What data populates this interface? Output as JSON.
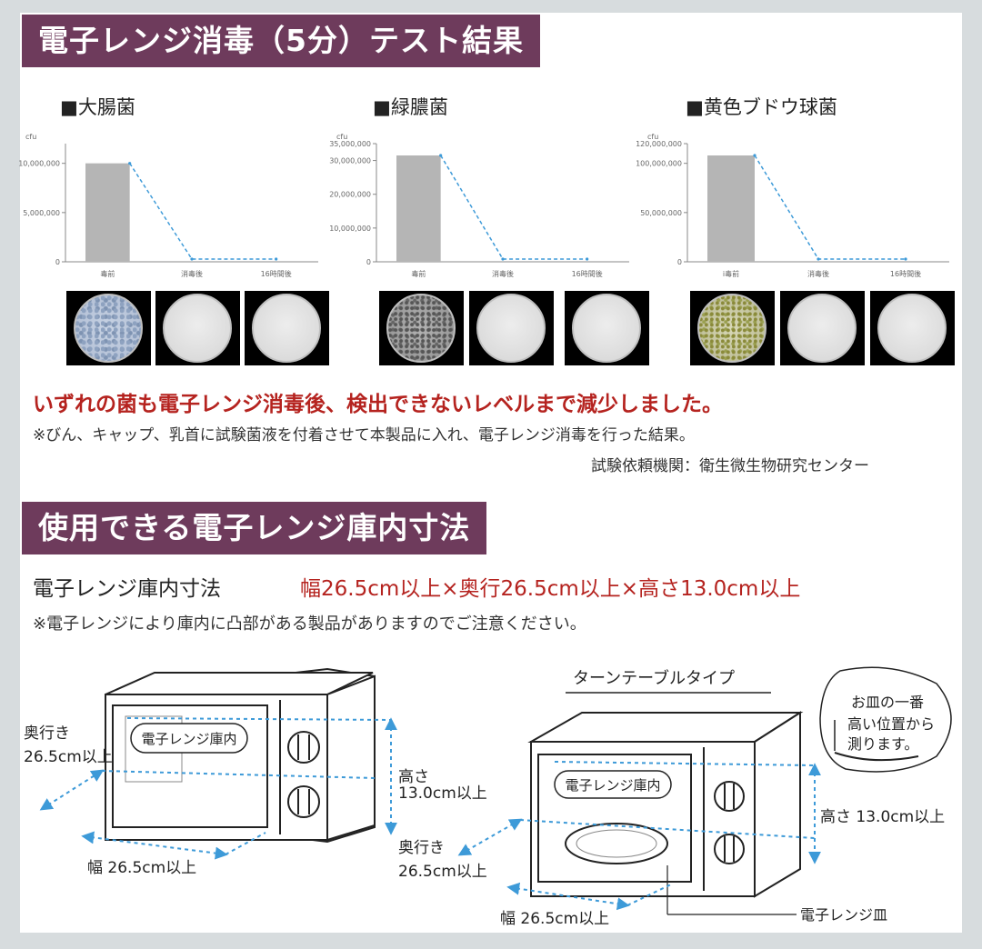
{
  "section1": {
    "banner": "電子レンジ消毒（5分）テスト結果",
    "result_message": "いずれの菌も電子レンジ消毒後、検出できないレベルまで減少しました。",
    "footnote": "※びん、キャップ、乳首に試験菌液を付着させて本製品に入れ、電子レンジ消毒を行った結果。",
    "institute": "試験依頼機関：衛生微生物研究センター"
  },
  "chart_data": [
    {
      "type": "bar",
      "title": "■大腸菌",
      "ylabel": "cfu",
      "categories": [
        "毒前",
        "消毒後",
        "16時間後"
      ],
      "values": [
        10000000,
        0,
        0
      ],
      "ylim": [
        0,
        12000000
      ],
      "yticks": [
        0,
        5000000,
        10000000
      ],
      "ytick_labels": [
        "0",
        "5,000,000",
        "10,000,000"
      ],
      "grid": false,
      "bar_color": "#b5b5b5",
      "trend_color": "#3d9ad8"
    },
    {
      "type": "bar",
      "title": "■緑膿菌",
      "ylabel": "cfu",
      "categories": [
        "毒前",
        "消毒後",
        "16時間後"
      ],
      "values": [
        31500000,
        0,
        0
      ],
      "ylim": [
        0,
        35000000
      ],
      "yticks": [
        0,
        10000000,
        20000000,
        30000000,
        35000000
      ],
      "ytick_labels": [
        "0",
        "10,000,000",
        "20,000,000",
        "30,000,000",
        "35,000,000"
      ],
      "grid": false,
      "bar_color": "#b5b5b5",
      "trend_color": "#3d9ad8"
    },
    {
      "type": "bar",
      "title": "■黄色ブドウ球菌",
      "ylabel": "cfu",
      "categories": [
        "i毒前",
        "消毒後",
        "16時間後"
      ],
      "values": [
        108000000,
        0,
        0
      ],
      "ylim": [
        0,
        120000000
      ],
      "yticks": [
        0,
        50000000,
        100000000,
        120000000
      ],
      "ytick_labels": [
        "0",
        "50,000,000",
        "100,000,000",
        "120,000,000"
      ],
      "grid": false,
      "bar_color": "#b5b5b5",
      "trend_color": "#3d9ad8"
    }
  ],
  "section2": {
    "banner": "使用できる電子レンジ庫内寸法",
    "dim_label": "電子レンジ庫内寸法",
    "dim_value": "幅26.5cm以上×奥行26.5cm以上×高さ13.0cm以上",
    "note": "※電子レンジにより庫内に凸部がある製品がありますのでご注意ください。"
  },
  "diagram_left": {
    "inner_label": "電子レンジ庫内",
    "depth_label_1": "奥行き",
    "depth_label_2": "26.5cm以上",
    "height_label_1": "高さ",
    "height_label_2": "13.0cm以上",
    "width_label": "幅 26.5cm以上"
  },
  "diagram_right": {
    "title": "ターンテーブルタイプ",
    "inner_label": "電子レンジ庫内",
    "callout_1": "お皿の一番",
    "callout_2": "高い位置から",
    "callout_3": "測ります。",
    "height_label": "高さ 13.0cm以上",
    "depth_label_1": "奥行き",
    "depth_label_2": "26.5cm以上",
    "width_label": "幅 26.5cm以上",
    "plate_label": "電子レンジ皿"
  },
  "colors": {
    "banner": "#6e3b5c",
    "accent_red": "#b5231f",
    "dim_line": "#3d9ad8"
  }
}
